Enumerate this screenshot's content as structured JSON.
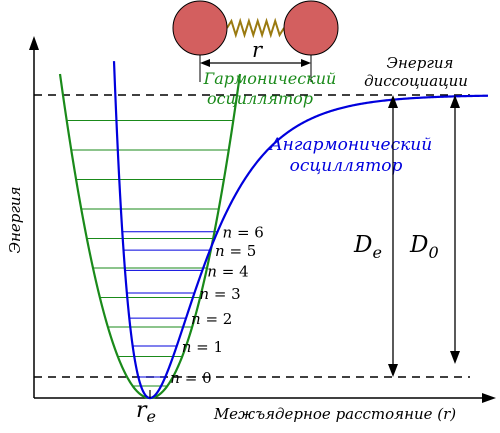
{
  "colors": {
    "harmonic": "#1a8a1a",
    "anharmonic": "#0000dd",
    "atom": "#d35f5f",
    "spring": "#9a7a10",
    "ink": "#000000"
  },
  "molecule": {
    "distance_label": "r"
  },
  "labels": {
    "y_axis": "Энергия",
    "x_axis": "Межъядерное расстояние (r)",
    "harmonic_line1": "Гармонический",
    "harmonic_line2": "осциллятор",
    "anharmonic_line1": "Ангармонический",
    "anharmonic_line2": "осциллятор",
    "dissociation_line1": "Энергия",
    "dissociation_line2": "диссоциации",
    "re_main": "r",
    "re_sub": "e",
    "de_main": "D",
    "de_sub": "e",
    "d0_main": "D",
    "d0_sub": "0"
  },
  "levels": [
    {
      "n_symbol": "n",
      "label": "= 0"
    },
    {
      "n_symbol": "n",
      "label": "= 1"
    },
    {
      "n_symbol": "n",
      "label": "= 2"
    },
    {
      "n_symbol": "n",
      "label": "= 3"
    },
    {
      "n_symbol": "n",
      "label": "= 4"
    },
    {
      "n_symbol": "n",
      "label": "= 5"
    },
    {
      "n_symbol": "n",
      "label": "= 6"
    }
  ]
}
